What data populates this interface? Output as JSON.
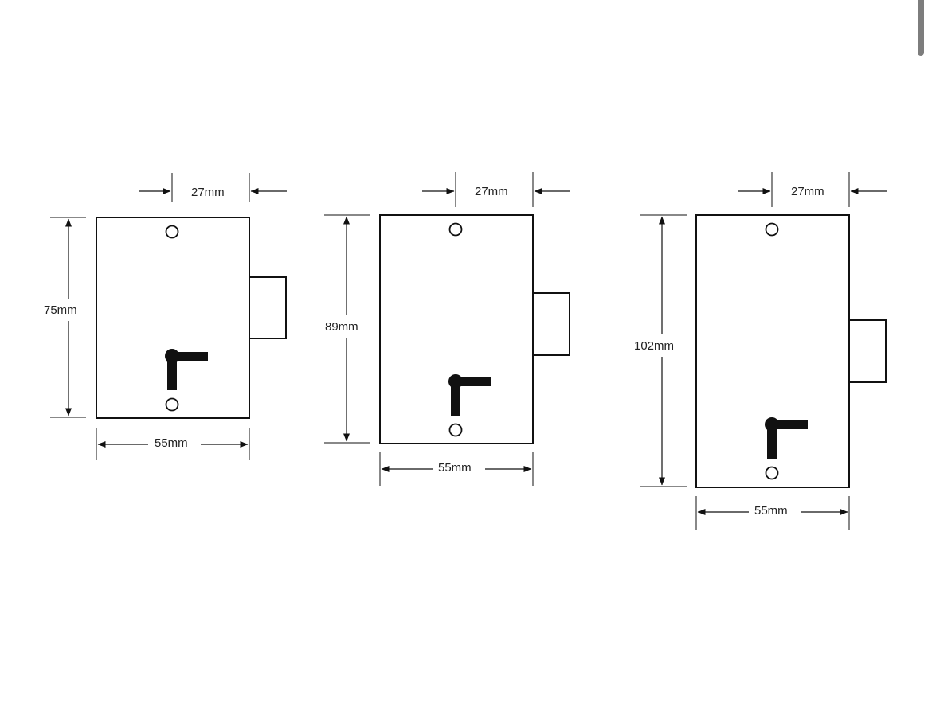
{
  "colors": {
    "line": "#111111",
    "background": "#ffffff",
    "scrollbar": "#7d7d7d"
  },
  "locks": [
    {
      "name": "lock-75",
      "backset_label": "27mm",
      "height_label": "75mm",
      "width_label": "55mm"
    },
    {
      "name": "lock-89",
      "backset_label": "27mm",
      "height_label": "89mm",
      "width_label": "55mm"
    },
    {
      "name": "lock-102",
      "backset_label": "27mm",
      "height_label": "102mm",
      "width_label": "55mm"
    }
  ]
}
